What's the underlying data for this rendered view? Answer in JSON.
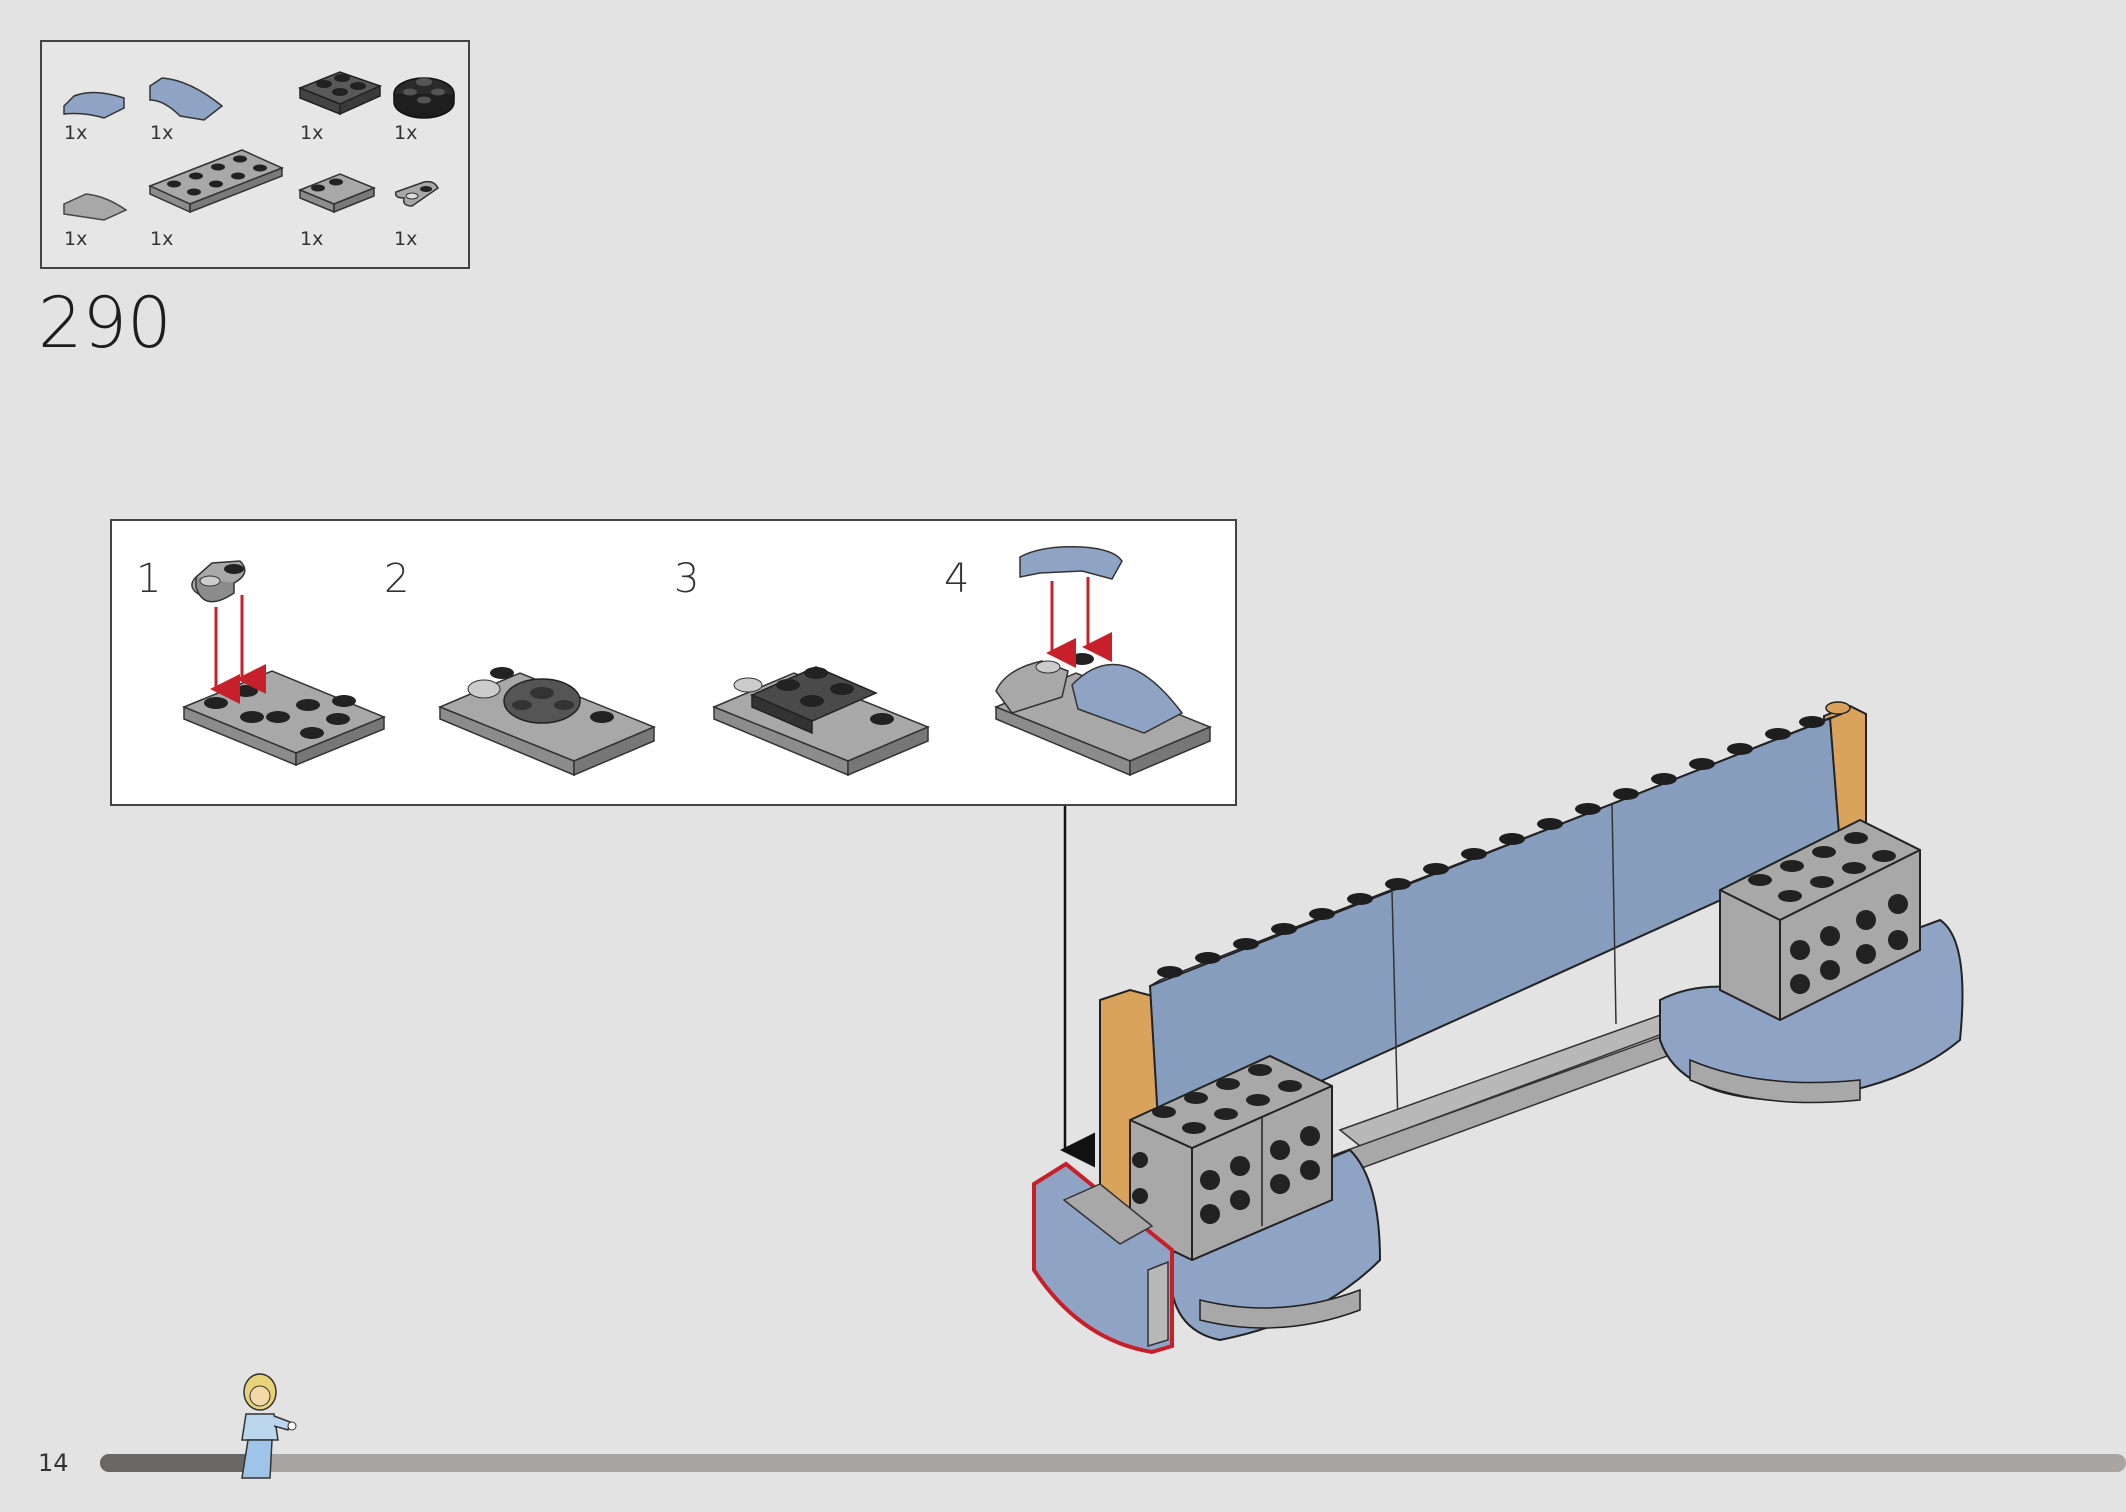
{
  "parts": [
    {
      "qty": "1x",
      "icon": "blue-curved-slope-1x2-icon",
      "color": "#8fa3c4"
    },
    {
      "qty": "1x",
      "icon": "blue-curved-slope-2x2-icon",
      "color": "#8fa3c4"
    },
    {
      "qty": "1x",
      "icon": "dark-gray-plate-2x2-icon",
      "color": "#595959"
    },
    {
      "qty": "1x",
      "icon": "black-round-plate-2x2-icon",
      "color": "#2a2a2a"
    },
    {
      "qty": "1x",
      "icon": "light-gray-curved-slope-1x2-icon",
      "color": "#a8a8a8"
    },
    {
      "qty": "1x",
      "icon": "light-gray-plate-2x4-icon",
      "color": "#a8a8a8"
    },
    {
      "qty": "1x",
      "icon": "gray-plate-with-rail-icon",
      "color": "#a8a8a8"
    },
    {
      "qty": "1x",
      "icon": "light-gray-plate-1x2-rounded-icon",
      "color": "#a8a8a8"
    }
  ],
  "step_number": "290",
  "substeps": [
    {
      "label": "1"
    },
    {
      "label": "2"
    },
    {
      "label": "3"
    },
    {
      "label": "4"
    }
  ],
  "page_number": "14",
  "progress": 0.08,
  "colors": {
    "background": "#e3e3e3",
    "sand_blue": "#8fa3c4",
    "light_gray": "#a8a8a8",
    "dark_gray": "#595959",
    "black": "#1e1e1e",
    "tan_orange": "#d9a35b",
    "highlight_red": "#c8202a",
    "arrow_red": "#c8202a"
  }
}
